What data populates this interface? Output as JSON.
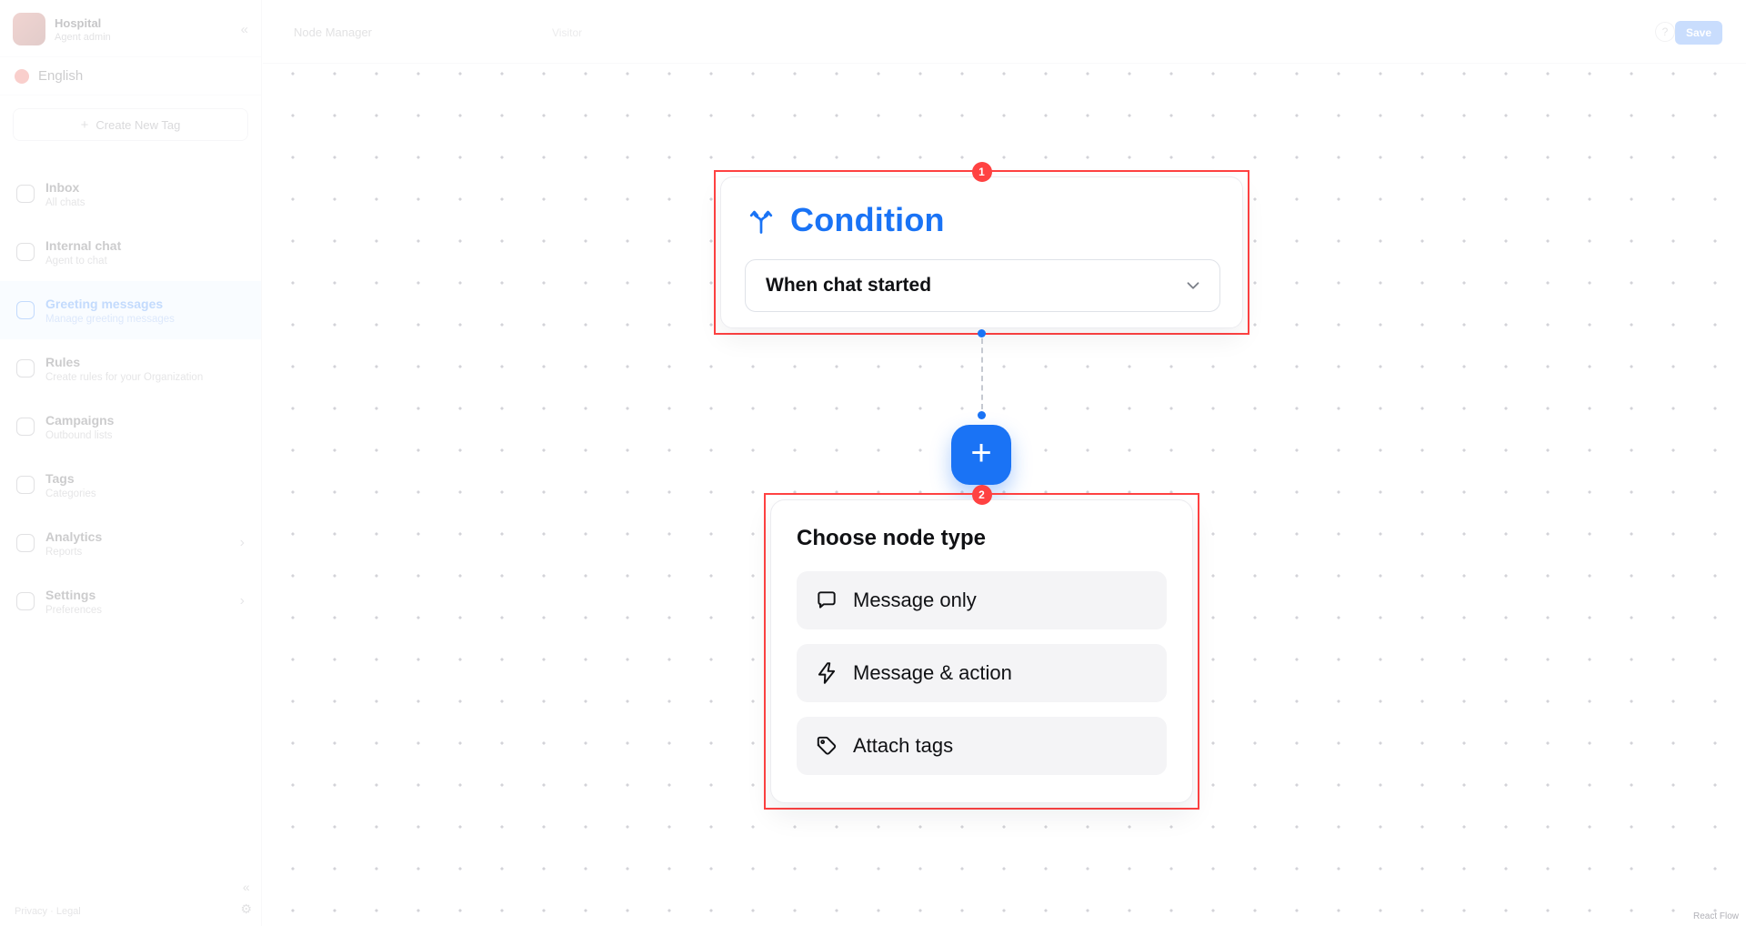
{
  "colors": {
    "accent_blue": "#1a73f5",
    "highlight_red": "#ff4242",
    "selected_item_bg": "#e8f1ff"
  },
  "topbar": {
    "title": "Node Manager",
    "subtitle": "Visitor",
    "save_label": "Save"
  },
  "sidebar": {
    "workspace_name": "Hospital",
    "workspace_role": "Agent admin",
    "language": "English",
    "create_tag_label": "Create New Tag",
    "items": [
      {
        "label": "Inbox",
        "sub": "All chats"
      },
      {
        "label": "Internal chat",
        "sub": "Agent to chat"
      },
      {
        "label": "Greeting messages",
        "sub": "Manage greeting messages"
      },
      {
        "label": "Rules",
        "sub": "Create rules for your Organization"
      },
      {
        "label": "Campaigns",
        "sub": "Outbound lists"
      },
      {
        "label": "Tags",
        "sub": "Categories"
      },
      {
        "label": "Analytics",
        "sub": "Reports"
      },
      {
        "label": "Settings",
        "sub": "Preferences"
      }
    ],
    "footer_text": "Privacy · Legal"
  },
  "canvas": {
    "step1_badge": "1",
    "condition": {
      "title": "Condition",
      "value": "When chat started"
    },
    "add_label": "+",
    "step2_badge": "2",
    "chooser": {
      "title": "Choose node type",
      "options": [
        {
          "label": "Message only",
          "icon": "chat-bubble-icon"
        },
        {
          "label": "Message & action",
          "icon": "lightning-icon"
        },
        {
          "label": "Attach tags",
          "icon": "tag-icon"
        }
      ]
    },
    "attribution": "React Flow"
  },
  "icons": {
    "condition_icon": "branch-split",
    "dropdown_icon": "chevron-down",
    "add_icon": "plus"
  }
}
